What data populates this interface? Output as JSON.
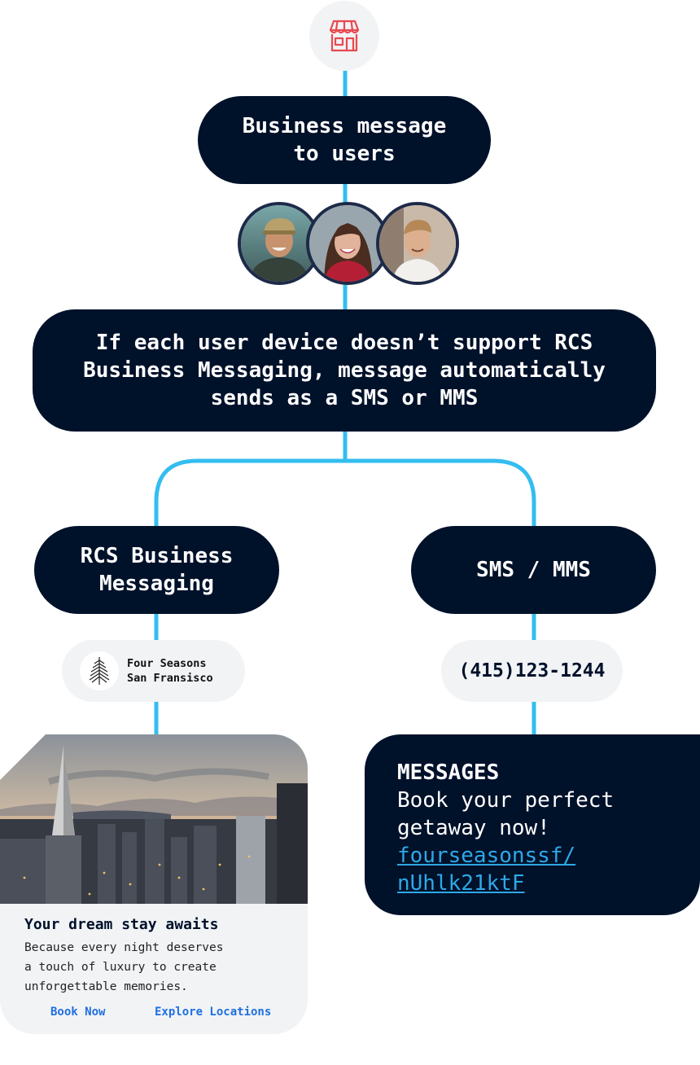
{
  "colors": {
    "navy": "#00112a",
    "connector": "#34bdf0",
    "chip": "#f1f3f5",
    "store_icon": "#e8494f",
    "link": "#2ea8e6",
    "button": "#1f6fe0"
  },
  "top": {
    "icon": "store-icon",
    "title_line1": "Business message",
    "title_line2": "to users"
  },
  "users": {
    "avatars": [
      "user-avatar-1",
      "user-avatar-2",
      "user-avatar-3"
    ]
  },
  "fallback": {
    "line1": "If each user device doesn’t support RCS",
    "line2": "Business Messaging, message automatically",
    "line3": "sends as a SMS or MMS"
  },
  "rcs": {
    "title_line1": "RCS Business",
    "title_line2": "Messaging",
    "sender_icon": "tree-logo-icon",
    "sender_line1": "Four Seasons",
    "sender_line2": "San Fransisco",
    "card": {
      "title": "Your dream stay awaits",
      "body_line1": "Because every night deserves",
      "body_line2": "a touch of luxury to create",
      "body_line3": "unforgettable memories.",
      "action1": "Book Now",
      "action2": "Explore Locations"
    }
  },
  "sms": {
    "title": "SMS / MMS",
    "sender": "(415)123-1244",
    "message_title": "MESSAGES",
    "message_line1": "Book your perfect",
    "message_line2": "getaway now!",
    "link_line1": "fourseasonssf/",
    "link_line2": "nUhlk21ktF"
  }
}
